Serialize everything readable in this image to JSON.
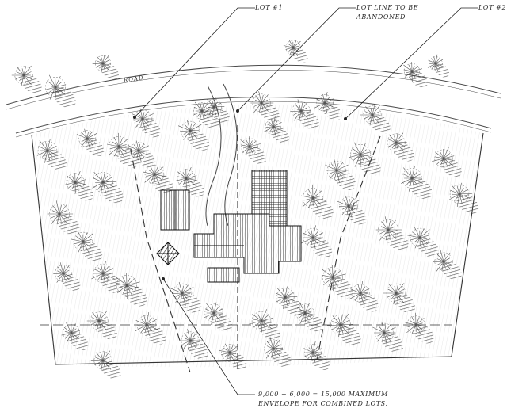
{
  "labels": {
    "lot1": "LOT #1",
    "abandon_line1": "LOT LINE TO BE",
    "abandon_line2": "ABANDONED",
    "lot2": "LOT #2",
    "envelope_line1": "9,000 + 6,000 = 15,000 MAXIMUM",
    "envelope_line2": "ENVELOPE FOR COMBINED LOTS.",
    "road": "ROAD"
  },
  "colors": {
    "ink": "#2b2b2b",
    "paper": "#ffffff",
    "shade": "#8a8a8a"
  }
}
